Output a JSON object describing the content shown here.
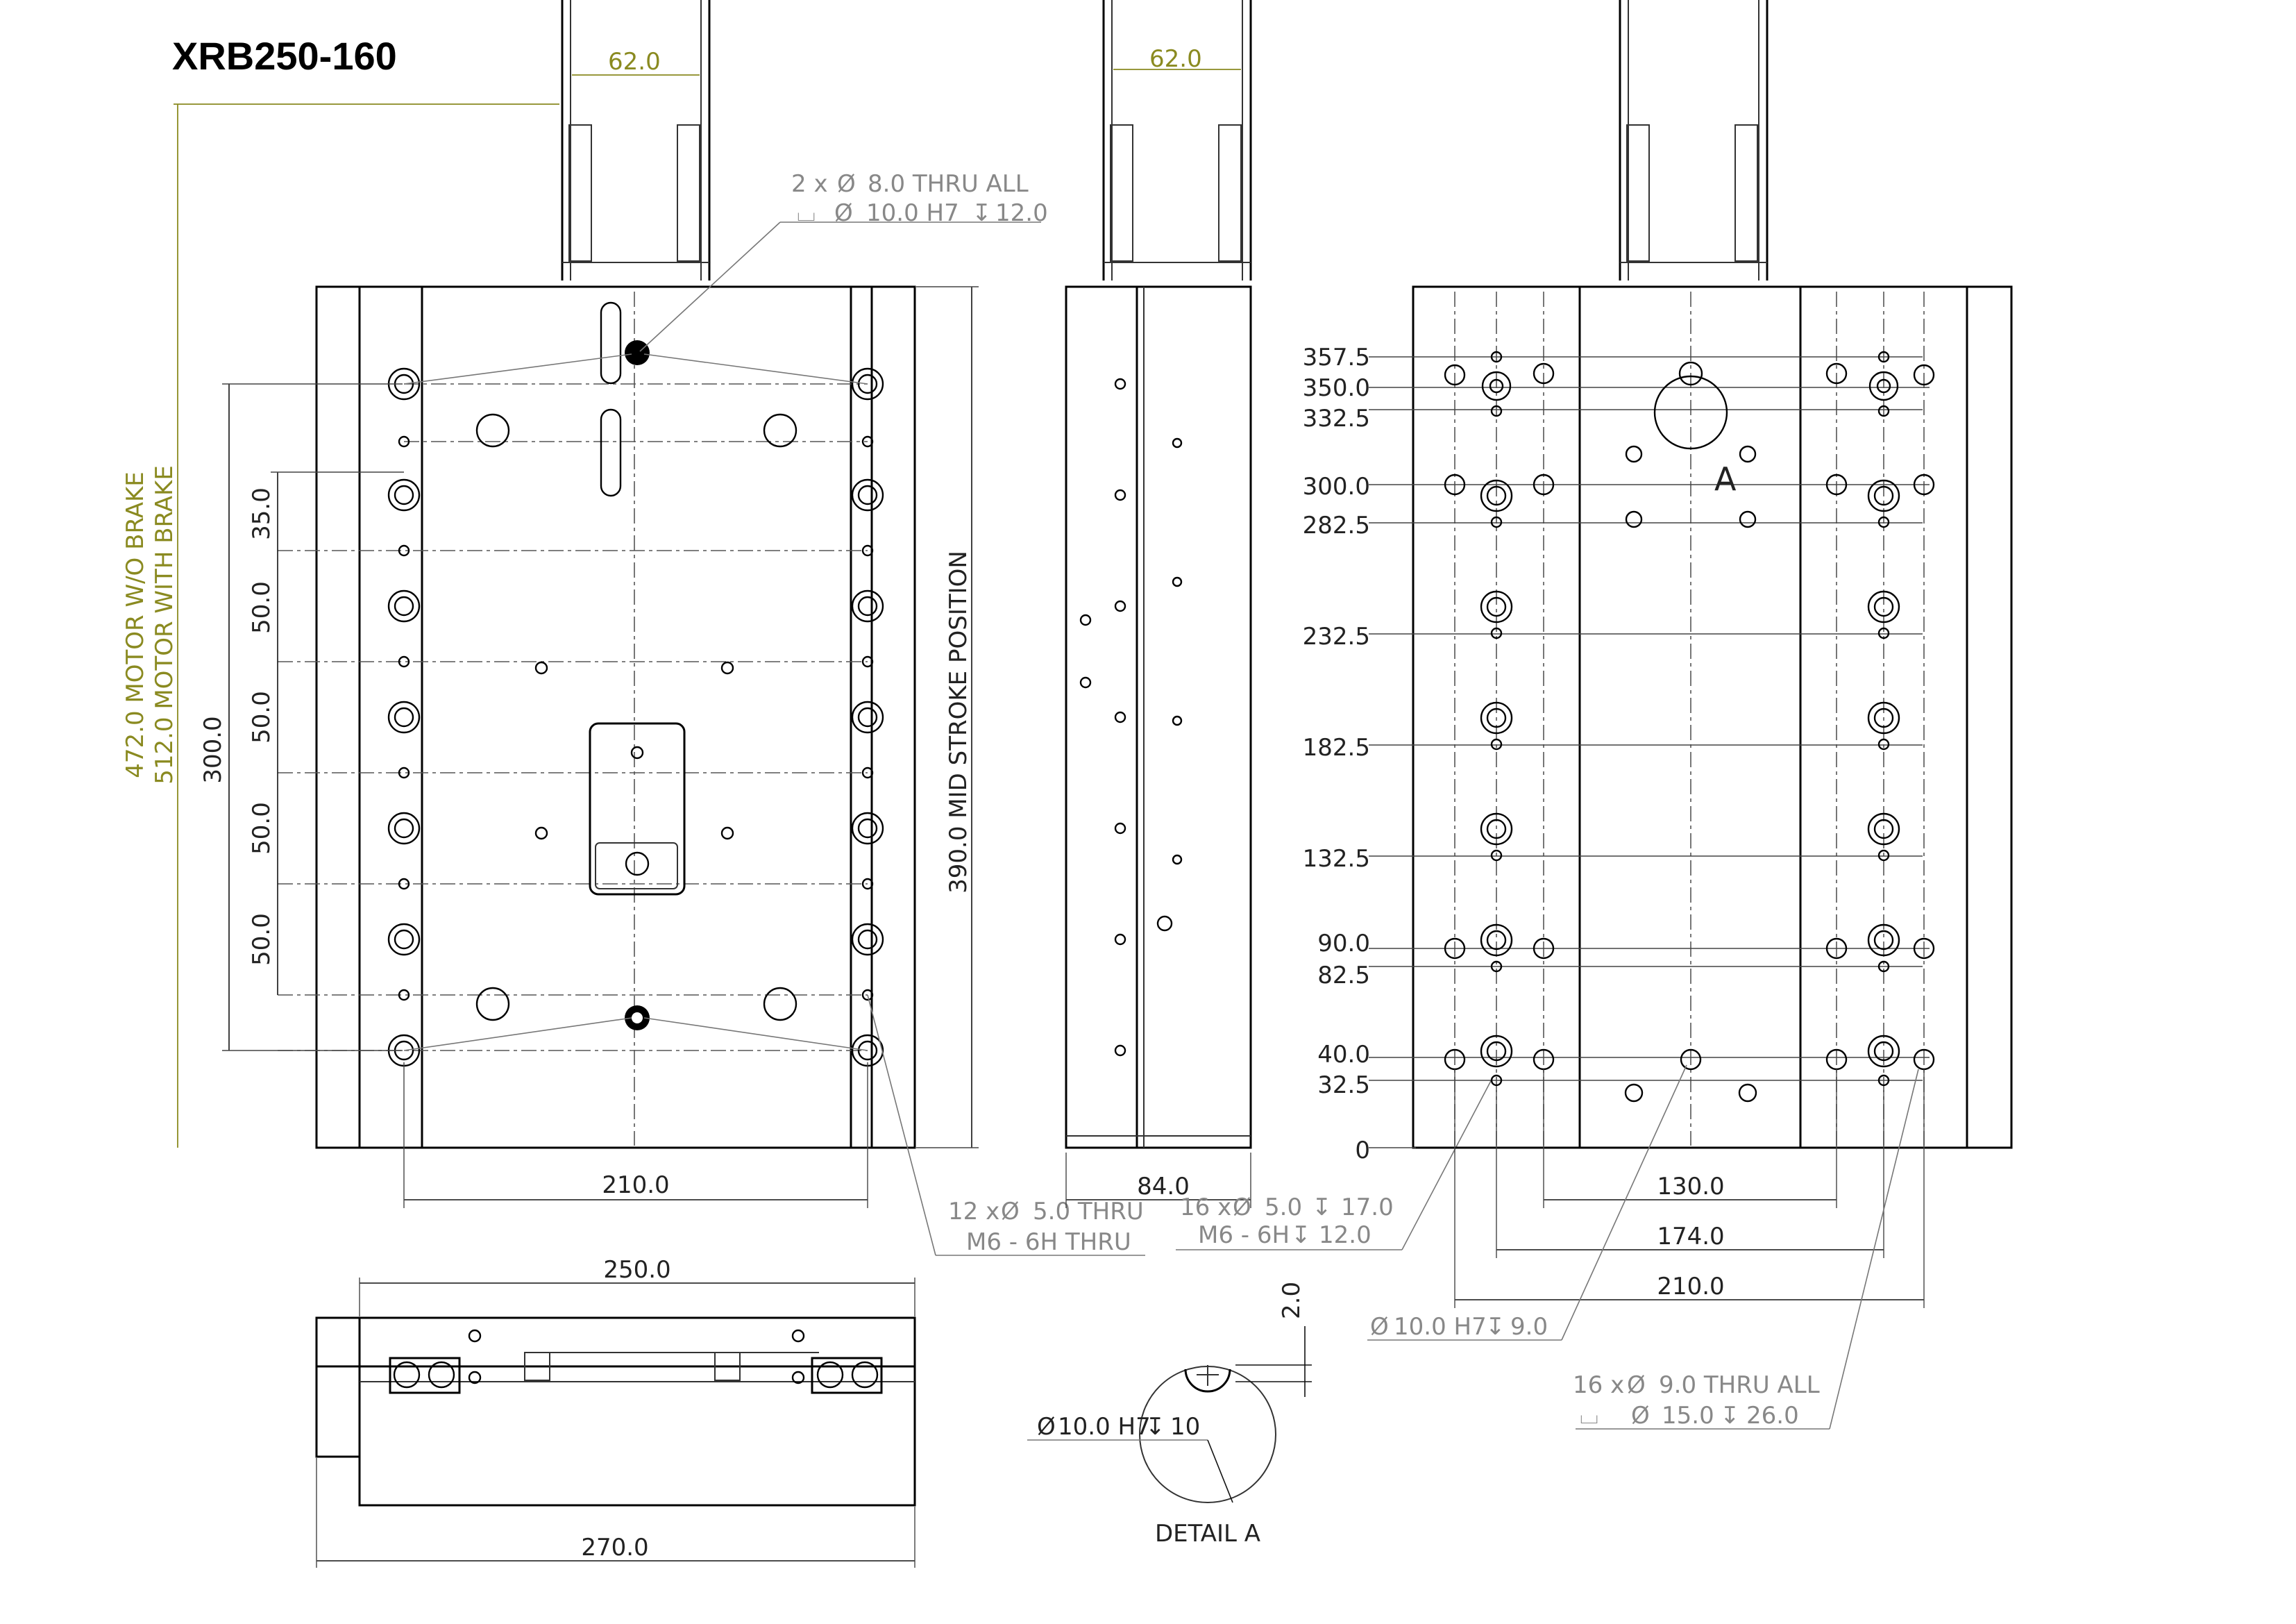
{
  "title": "XRB250-160",
  "motor_width_top": "62.0",
  "motor_width_side": "62.0",
  "motor_dims": [
    "472.0 MOTOR W/O BRAKE",
    "512.0 MOTOR WITH BRAKE"
  ],
  "stroke_dim": "390.0 MID STROKE POSITION",
  "callout_dowel": [
    "2 x",
    "8.0 THRU ALL",
    "10.0 H7",
    "12.0"
  ],
  "left_vertical_dims": [
    "35.0",
    "50.0",
    "50.0",
    "50.0",
    "50.0",
    "300.0"
  ],
  "dim_210_top": "210.0",
  "callout_12x": [
    "12 x",
    "5.0 THRU",
    "M6 - 6H THRU"
  ],
  "dim_84": "84.0",
  "callout_16x_side": [
    "16 x",
    "5.0",
    "17.0",
    "M6 - 6H",
    "12.0"
  ],
  "right_y_labels": [
    "357.5",
    "350.0",
    "332.5",
    "300.0",
    "282.5",
    "232.5",
    "182.5",
    "132.5",
    "90.0",
    "82.5",
    "40.0",
    "32.5",
    "0"
  ],
  "detail_a_marker": "A",
  "bottom_dims_right": [
    "130.0",
    "174.0",
    "210.0"
  ],
  "callout_pin": [
    "10.0 H7",
    "9.0"
  ],
  "callout_16x_bottom": [
    "16 x",
    "9.0 THRU ALL",
    "15.0",
    "26.0"
  ],
  "front_dims": [
    "250.0",
    "270.0"
  ],
  "detail": {
    "depth": "2.0",
    "hole": "10.0 H7",
    "hole_depth": "10",
    "label": "DETAIL A"
  },
  "symbols": {
    "diameter": "Ø",
    "depth": "↧",
    "counterbore": "⌴"
  },
  "colors": {
    "part": "#000000",
    "dimension": "#222222",
    "callout_gray": "#888888",
    "motor_olive": "#8a8a20"
  }
}
